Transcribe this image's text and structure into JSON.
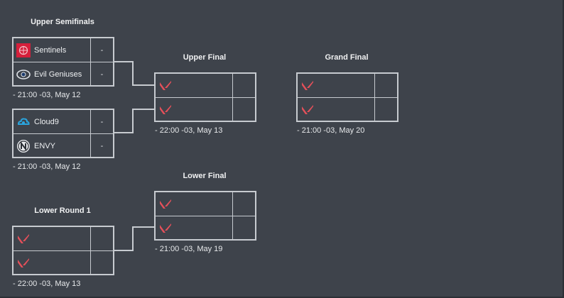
{
  "rounds": {
    "upper_semifinals": "Upper Semifinals",
    "upper_final": "Upper Final",
    "grand_final": "Grand Final",
    "lower_final": "Lower Final",
    "lower_round_1": "Lower Round 1"
  },
  "matches": {
    "us1": {
      "team1": {
        "name": "Sentinels",
        "score": "-",
        "logo": "sentinels-logo"
      },
      "team2": {
        "name": "Evil Geniuses",
        "score": "-",
        "logo": "evil-geniuses-logo"
      },
      "time": "-  21:00 -03, May 12"
    },
    "us2": {
      "team1": {
        "name": "Cloud9",
        "score": "-",
        "logo": "cloud9-logo"
      },
      "team2": {
        "name": "ENVY",
        "score": "-",
        "logo": "envy-logo"
      },
      "time": "-  21:00 -03, May 12"
    },
    "uf": {
      "time": "-  22:00 -03, May 13"
    },
    "gf": {
      "time": "-  21:00 -03, May 20"
    },
    "lf": {
      "time": "-  21:00 -03, May 19"
    },
    "lr1": {
      "time": "-  22:00 -03, May 13"
    }
  },
  "colors": {
    "background": "#3e434b",
    "border": "#c7cbd0",
    "valorant_red": "#e5505a",
    "sentinels_red": "#d61f3b",
    "cloud9_blue": "#2aa5de"
  }
}
